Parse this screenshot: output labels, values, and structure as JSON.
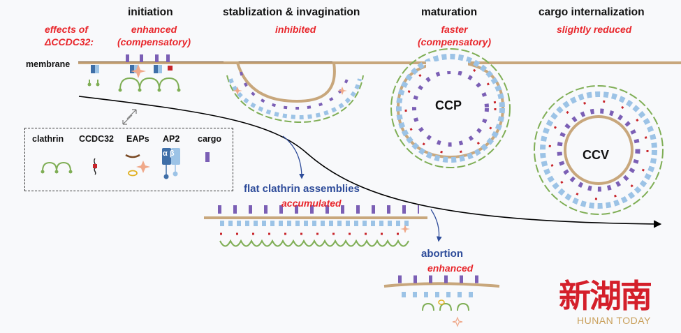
{
  "stages": [
    {
      "title": "initiation",
      "effect": "enhanced\n(compensatory)"
    },
    {
      "title": "stablization & invagination",
      "effect": "inhibited"
    },
    {
      "title": "maturation",
      "effect": "faster\n(compensatory)"
    },
    {
      "title": "cargo internalization",
      "effect": "slightly reduced"
    }
  ],
  "effects_label": "effects of\nΔCCDC32:",
  "membrane_label": "membrane",
  "legend": {
    "clathrin": "clathrin",
    "ccdc32": "CCDC32",
    "eaps": "EAPs",
    "ap2": "AP2",
    "ap2_subunits": "α β",
    "cargo": "cargo"
  },
  "branches": {
    "flat": {
      "title": "flat clathrin assemblies",
      "effect": "accumulated"
    },
    "abortion": {
      "title": "abortion",
      "effect": "enhanced"
    }
  },
  "vesicles": {
    "ccp": "CCP",
    "ccv": "CCV"
  },
  "watermark": {
    "chinese": "新湖南",
    "english": "HUNAN TODAY"
  },
  "colors": {
    "effect_red": "#e8262b",
    "branch_blue": "#2e4c9a",
    "membrane": "#c8a77c",
    "clathrin_green": "#7fae55",
    "cargo_purple": "#7b5fb5",
    "ap2_light": "#9cc3e6",
    "ap2_dark": "#3f6fa8",
    "ccdc32_red": "#c8252b"
  }
}
